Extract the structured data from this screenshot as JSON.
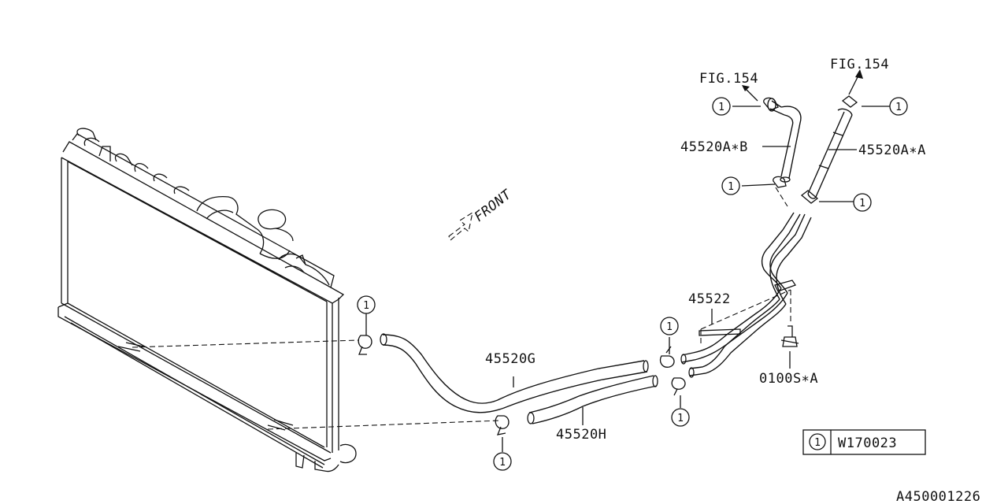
{
  "diagram": {
    "code": "A450001226",
    "front_label": "FRONT",
    "legend": {
      "symbol": "1",
      "part": "W170023"
    },
    "callout_symbol": "1",
    "labels": {
      "fig_left": "FIG.154",
      "fig_right": "FIG.154",
      "hose_b": "45520A∗B",
      "hose_a": "45520A∗A",
      "pipe": "45522",
      "hose_g": "45520G",
      "hose_h": "45520H",
      "bolt": "0100S∗A"
    }
  }
}
